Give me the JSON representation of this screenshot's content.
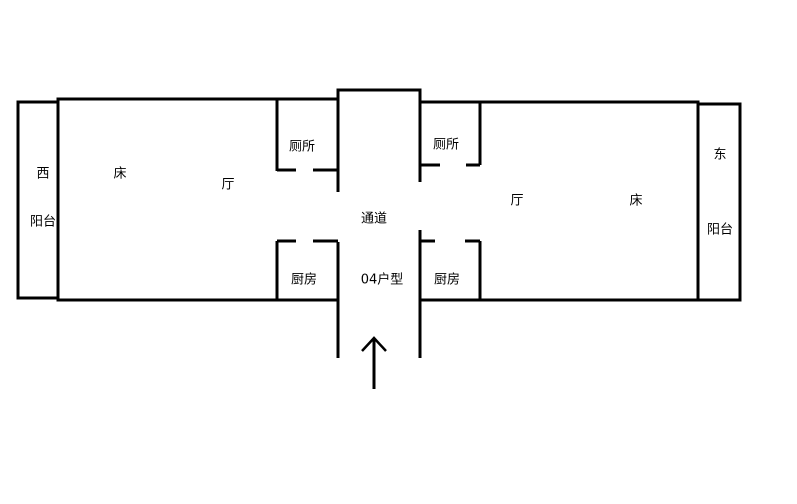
{
  "labels": {
    "west": "西",
    "west_balcony": "阳台",
    "west_bed": "床",
    "west_hall": "厅",
    "west_toilet": "厕所",
    "east_toilet": "厕所",
    "corridor": "通道",
    "east_hall": "厅",
    "east_bed": "床",
    "east": "东",
    "east_balcony": "阳台",
    "west_kitchen": "厨房",
    "unit_type": "04户型",
    "east_kitchen": "厨房"
  }
}
